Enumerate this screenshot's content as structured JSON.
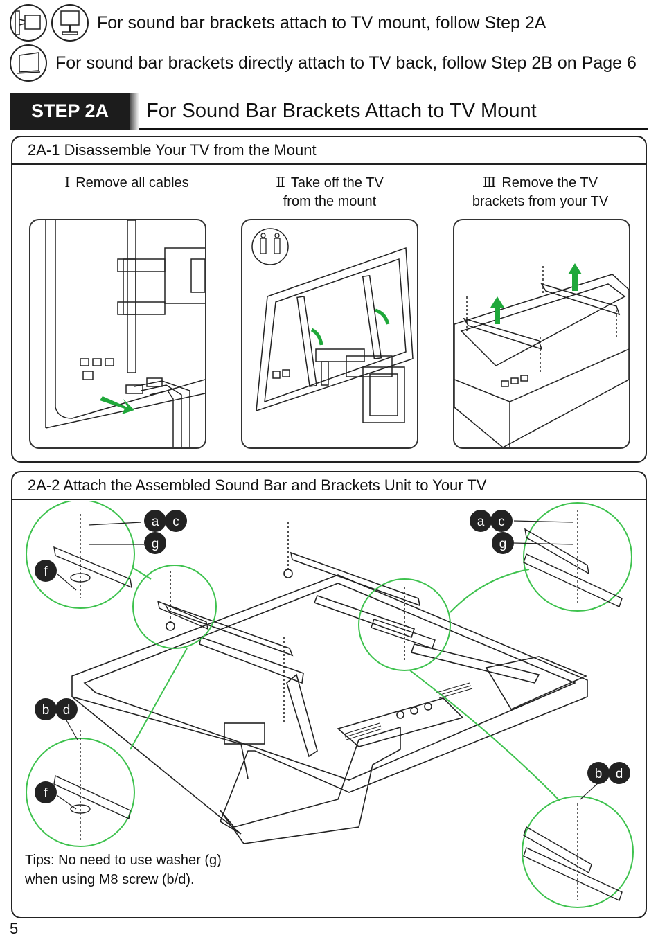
{
  "intro": {
    "line1": "For sound bar brackets attach to TV mount, follow Step 2A",
    "line2": "For sound bar brackets directly attach to TV back, follow Step 2B on Page 6",
    "icons": [
      "wall-mount-icon",
      "tv-stand-icon",
      "tv-back-icon"
    ]
  },
  "step": {
    "badge": "STEP 2A",
    "title": "For Sound Bar Brackets Attach to TV Mount"
  },
  "section1": {
    "title": "2A-1 Disassemble Your TV from the Mount",
    "substeps": [
      {
        "numeral": "Ⅰ",
        "line1": "Remove all cables",
        "line2": ""
      },
      {
        "numeral": "Ⅱ",
        "line1": "Take off the TV",
        "line2": "from the mount"
      },
      {
        "numeral": "Ⅲ",
        "line1": "Remove the TV",
        "line2": "brackets from your TV"
      }
    ]
  },
  "section2": {
    "title": "2A-2 Attach the Assembled Sound Bar and Brackets Unit to Your TV",
    "labels": {
      "a": "a",
      "b": "b",
      "c": "c",
      "d": "d",
      "f": "f",
      "g": "g"
    },
    "tips_line1": "Tips: No need to use washer (g)",
    "tips_line2": "when using M8 screw (b/d)."
  },
  "page_number": "5",
  "colors": {
    "accent_green": "#1fa83a",
    "callout_green": "#3ec24e",
    "badge_bg": "#1c1c1c",
    "line": "#222222"
  }
}
